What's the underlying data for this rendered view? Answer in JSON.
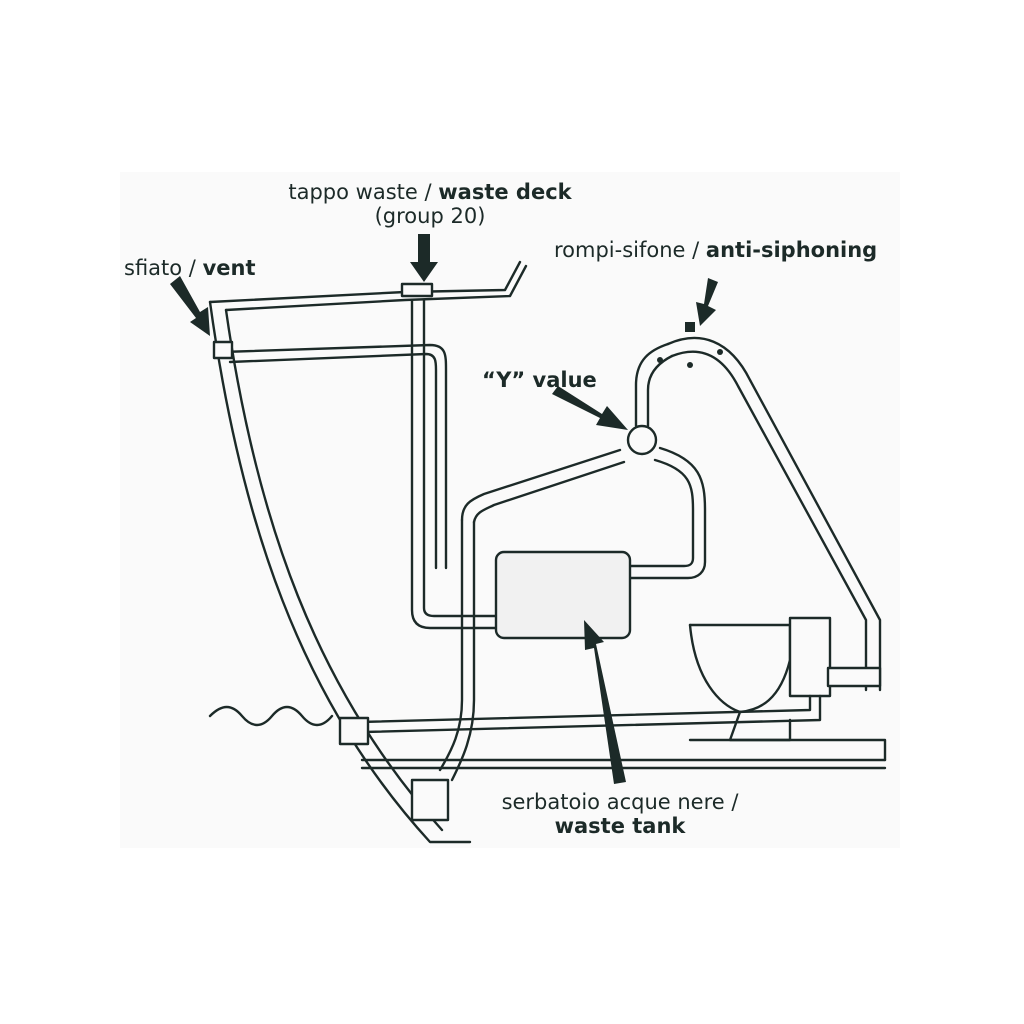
{
  "labels": {
    "waste_deck": {
      "italian": "tappo waste /",
      "english": "waste deck",
      "note": "(group 20)"
    },
    "vent": {
      "italian": "sfiato /",
      "english": "vent"
    },
    "anti_siphoning": {
      "italian": "rompi-sifone /",
      "english": "anti-siphoning"
    },
    "y_valve": {
      "english": "“Y” value"
    },
    "waste_tank": {
      "italian": "serbatoio acque nere /",
      "english": "waste tank"
    }
  },
  "colors": {
    "line": "#1c2a28",
    "paper": "#fafafa",
    "tank": "#f1f1f1"
  }
}
